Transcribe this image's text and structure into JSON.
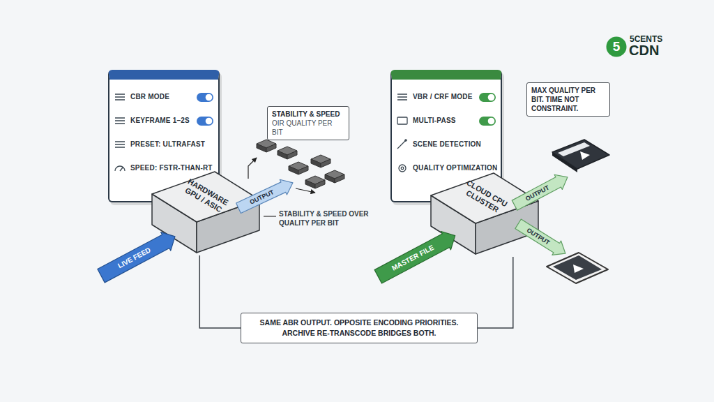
{
  "diagram": {
    "nodes": [
      {
        "text": [
          "CBR MODE",
          "KEYFRAME 1–2S",
          "PRESET: ULTRAFAST",
          "SPEED: FSTR-THAN-RT"
        ]
      },
      {
        "text": [
          "STABILITY & SPEED",
          "OIR QUALITY PER BIT"
        ]
      },
      {
        "text": [
          "HARDWARE GPU / ASIC"
        ]
      },
      {
        "text": [
          "LIVE FEED"
        ]
      },
      {
        "text": [
          "OUTPUT"
        ]
      },
      {
        "text": [
          "VBR / CRF MODE",
          "MULTI-PASS",
          "SCENE DETECTION",
          "QUALITY OPTIMIZATION"
        ]
      },
      {
        "text": [
          "MAX QUALITY PER BIT. TIME NOT CONSTRAINT."
        ]
      },
      {
        "text": [
          "CLOUD CPU CLUSTER"
        ]
      },
      {
        "text": [
          "MASTER FILE"
        ]
      },
      {
        "text": [
          "OUTPUT"
        ]
      },
      {
        "text": [
          "OUTPUT"
        ]
      },
      {
        "text": [
          "SAME ABR OUTPUT. OPPOSITE ENCODING PRIORITIES. ARCHIVE RE-TRANSCODE BRIDGES BOTH."
        ]
      },
      {
        "text": [
          "5"
        ]
      }
    ],
    "edges": [
      {
        "from": 2,
        "to": 11,
        "arrow": "none"
      },
      {
        "from": 7,
        "to": 11,
        "arrow": "none"
      }
    ],
    "labels": [
      "STABILITY & SPEED OVER QUALITY PER BIT",
      "5CENTS",
      "CDN"
    ]
  }
}
